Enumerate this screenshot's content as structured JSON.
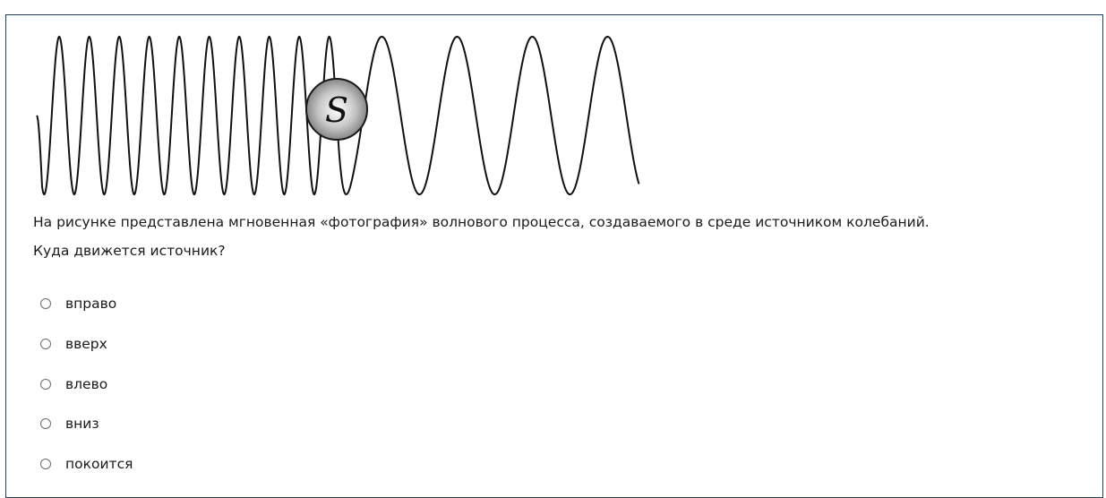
{
  "figure": {
    "source_label": "S"
  },
  "question": {
    "line1": "На рисунке представлена мгновенная «фотография» волнового процесса, создаваемого в среде источником колебаний.",
    "line2": "Куда движется источник?"
  },
  "options": [
    {
      "label": "вправо",
      "selected": false
    },
    {
      "label": "вверх",
      "selected": false
    },
    {
      "label": "влево",
      "selected": false
    },
    {
      "label": "вниз",
      "selected": false
    },
    {
      "label": "покоится",
      "selected": false
    }
  ]
}
